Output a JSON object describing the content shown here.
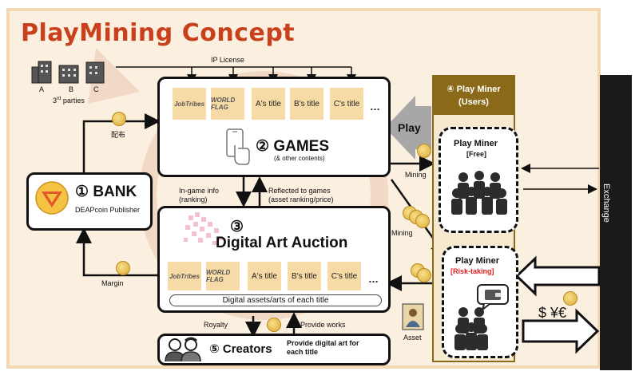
{
  "title": "PlayMining Concept",
  "ip_license": "IP License",
  "third_parties": {
    "labels": [
      "A",
      "B",
      "C"
    ],
    "caption_prefix": "3",
    "caption_sup": "rd",
    "caption_suffix": " parties"
  },
  "games": {
    "tiles": [
      "JobTribes",
      "WORLD FLAG",
      "A's title",
      "B's title",
      "C's title"
    ],
    "ellipsis": "…",
    "number": "②",
    "title": "GAMES",
    "subtitle": "(& other contents)"
  },
  "play_label": "Play",
  "bank": {
    "number": "①",
    "title": "BANK",
    "subtitle": "DEAPcoin Publisher"
  },
  "distribution_label": "配布",
  "margin_label": "Margin",
  "in_game_info": {
    "line1": "In-game info",
    "line2": "(ranking)"
  },
  "reflected": {
    "line1": "Reflected to games",
    "line2": "(asset ranking/price)"
  },
  "auction": {
    "number": "③",
    "title": "Digital Art Auction",
    "tiles": [
      "JobTribes",
      "WORLD FLAG",
      "A's title",
      "B's title",
      "C's title"
    ],
    "ellipsis": "…",
    "bar_text": "Digital assets/arts of each title"
  },
  "royalty_label": "Royalty",
  "provide_works_label": "Provide works",
  "creators": {
    "number": "⑤",
    "title": "Creators",
    "line1": "Provide digital art for",
    "line2": "each title"
  },
  "asset_label": "Asset",
  "users": {
    "header_line1": "④ Play Miner",
    "header_line2": "(Users)",
    "free_title": "Play Miner",
    "free_tag": "[Free]",
    "risk_title": "Play Miner",
    "risk_tag": "[Risk-taking]"
  },
  "mining_labels": [
    "Mining",
    "Mining"
  ],
  "currency_label": "$ ¥€",
  "exchange_label": "Exchange",
  "colors": {
    "title": "#c8401c",
    "users_header": "#8a6a18",
    "risk_tag": "#e02020",
    "tile": "#f7dba6",
    "background": "#fbefdf"
  }
}
